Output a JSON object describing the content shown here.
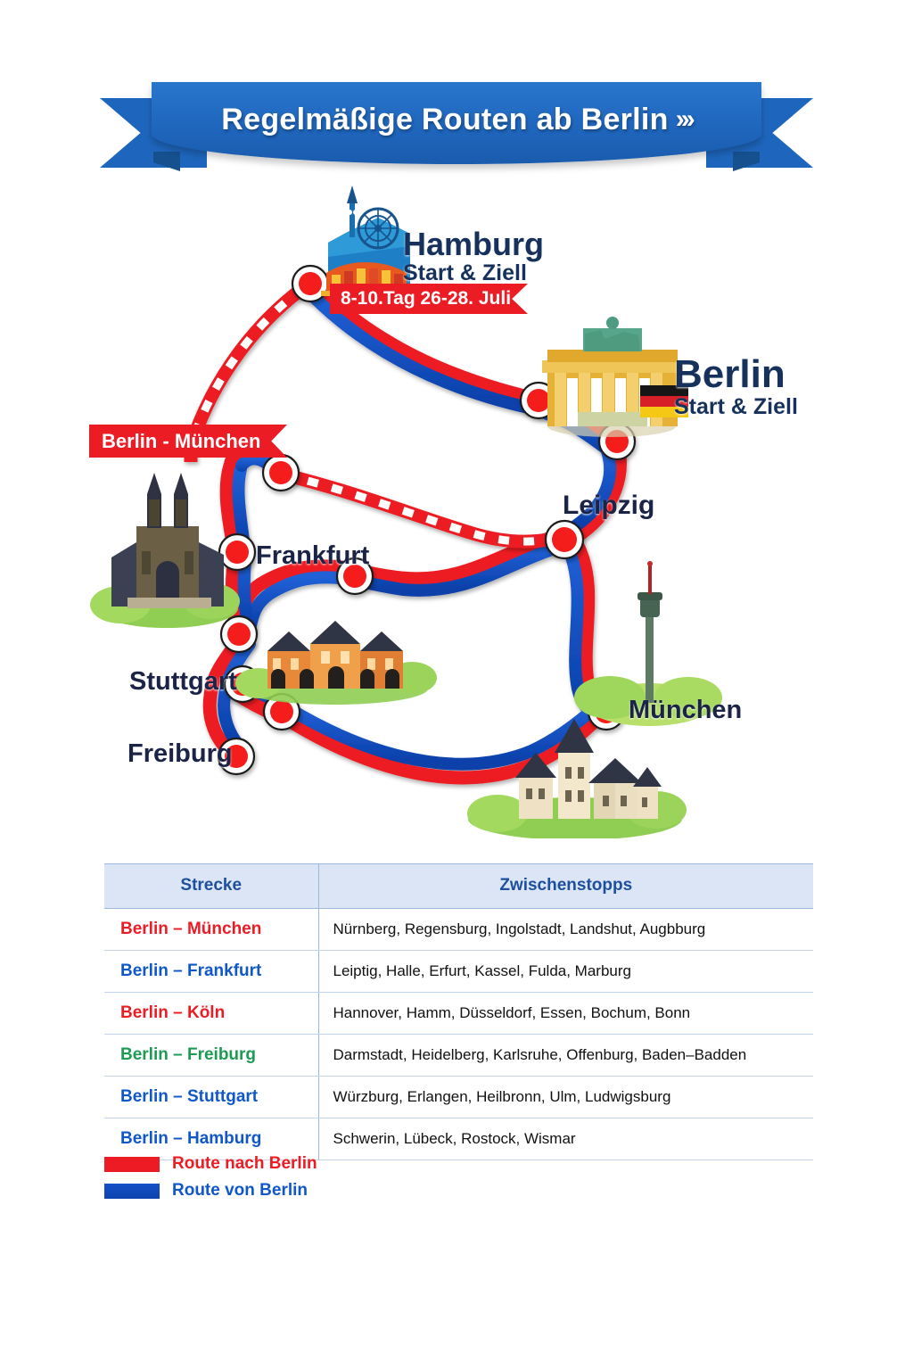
{
  "banner": {
    "title": "Regelmäßige Routen ab Berlin",
    "chevrons": "›››",
    "color": "#1f66bd"
  },
  "map": {
    "hamburg": {
      "name": "Hamburg",
      "subtitle": "Start & Ziell",
      "tag": "8-10.Tag 26-28. Juli",
      "icon": "hamburg-elbphilharmonie-icon"
    },
    "berlin": {
      "name": "Berlin",
      "subtitle": "Start & Ziell",
      "icon": "brandenburg-gate-icon",
      "flag": "german-flag-icon"
    },
    "route_tag": "Berlin - München",
    "cities": [
      {
        "label": "Leipzig",
        "icon": ""
      },
      {
        "label": "Frankfurt",
        "icon": ""
      },
      {
        "label": "Stuttgart",
        "icon": ""
      },
      {
        "label": "Freiburg",
        "icon": ""
      },
      {
        "label": "München",
        "icon": "olympia-tower-icon"
      }
    ],
    "landmarks": [
      {
        "name": "cologne-cathedral-icon"
      },
      {
        "name": "frankfurt-roemer-icon"
      },
      {
        "name": "neuschwanstein-castle-icon"
      }
    ],
    "colors": {
      "red": "#ED1C24",
      "blue": "#0E4BBD",
      "node_fill": "#F51B1B"
    }
  },
  "table": {
    "headers": [
      "Strecke",
      "Zwischenstopps"
    ],
    "rows": [
      {
        "route": "Berlin – München",
        "color": "#ED1C24",
        "stops": "Nürnberg, Regensburg, Ingolstadt, Landshut, Augbburg"
      },
      {
        "route": "Berlin – Frankfurt",
        "color": "#1057C7",
        "stops": "Leiptig, Halle, Erfurt, Kassel, Fulda, Marburg"
      },
      {
        "route": "Berlin – Köln",
        "color": "#ED1C24",
        "stops": "Hannover, Hamm, Düsseldorf, Essen, Bochum, Bonn"
      },
      {
        "route": "Berlin – Freiburg",
        "color": "#1D9A53",
        "stops": "Darmstadt, Heidelberg, Karlsruhe, Offenburg, Baden–Badden"
      },
      {
        "route": "Berlin – Stuttgart",
        "color": "#1057C7",
        "stops": "Würzburg, Erlangen, Heilbronn, Ulm, Ludwigsburg"
      },
      {
        "route": "Berlin – Hamburg",
        "color": "#1057C7",
        "stops": "Schwerin, Lübeck, Rostock, Wismar"
      }
    ]
  },
  "legend": {
    "items": [
      {
        "label": "Route nach Berlin",
        "color": "#ED1C24"
      },
      {
        "label": "Route von Berlin",
        "color": "#0E4BBD"
      }
    ]
  }
}
